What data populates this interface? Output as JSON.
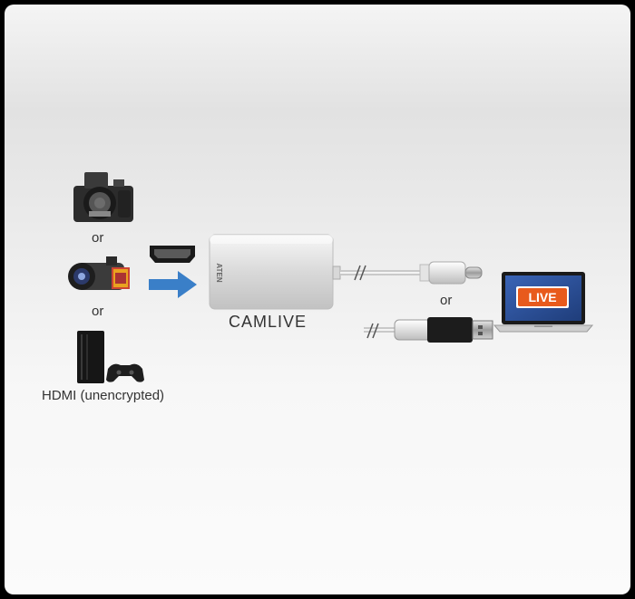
{
  "labels": {
    "or_1": "or",
    "or_2": "or",
    "or_3": "or",
    "hdmi_source": "HDMI (unencrypted)",
    "device_name": "CAMLIVE",
    "brand": "ATEN",
    "screen_text": "LIVE"
  },
  "colors": {
    "arrow": "#3a7fc8",
    "live_badge": "#e85a1c",
    "laptop_screen": "#2b4e93"
  },
  "icons": [
    "dslr-camera-icon",
    "camcorder-icon",
    "game-console-icon",
    "hdmi-port-icon",
    "arrow-right-icon",
    "usb-c-plug-icon",
    "usb-a-plug-icon",
    "laptop-icon"
  ]
}
